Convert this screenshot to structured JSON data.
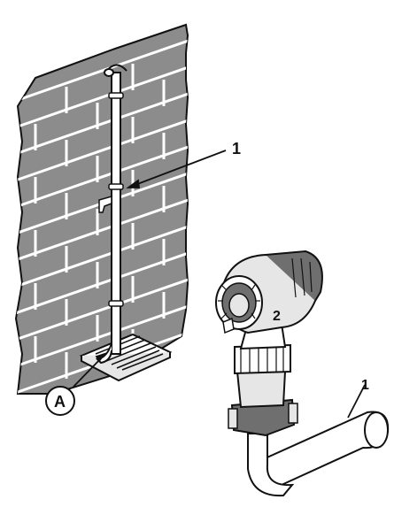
{
  "labels": {
    "pipe_callout_wall": "1",
    "pipe_callout_fitting": "1",
    "fitting_callout": "2",
    "drain_callout": "A"
  },
  "colors": {
    "brick": "#8c8c8c",
    "mortar": "#ffffff",
    "outline": "#111111",
    "pipe": "#ffffff",
    "fitting_dark": "#6f6f6f",
    "fitting_light": "#e6e6e6"
  }
}
